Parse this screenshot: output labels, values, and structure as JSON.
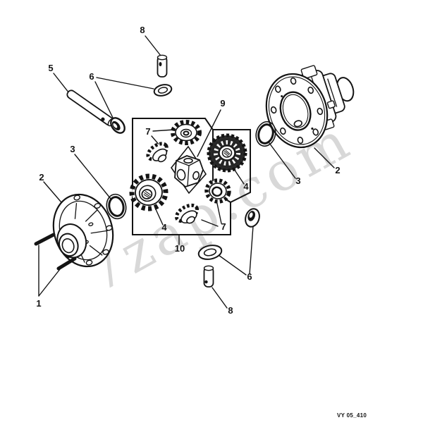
{
  "figure": {
    "watermark": "7zap.com",
    "code": "VY 05_410"
  },
  "callouts": {
    "n1": "1",
    "n2_left": "2",
    "n2_right": "2",
    "n3_left": "3",
    "n3_right": "3",
    "n4_left": "4",
    "n4_right": "4",
    "n5": "5",
    "n6_top": "6",
    "n6_bottom": "6",
    "n7_top": "7",
    "n7_bottom": "7",
    "n8_top": "8",
    "n8_bottom": "8",
    "n9": "9",
    "n10": "10"
  },
  "colors": {
    "ink": "#141414",
    "background": "#ffffff",
    "watermark": "#b9b9b9"
  }
}
